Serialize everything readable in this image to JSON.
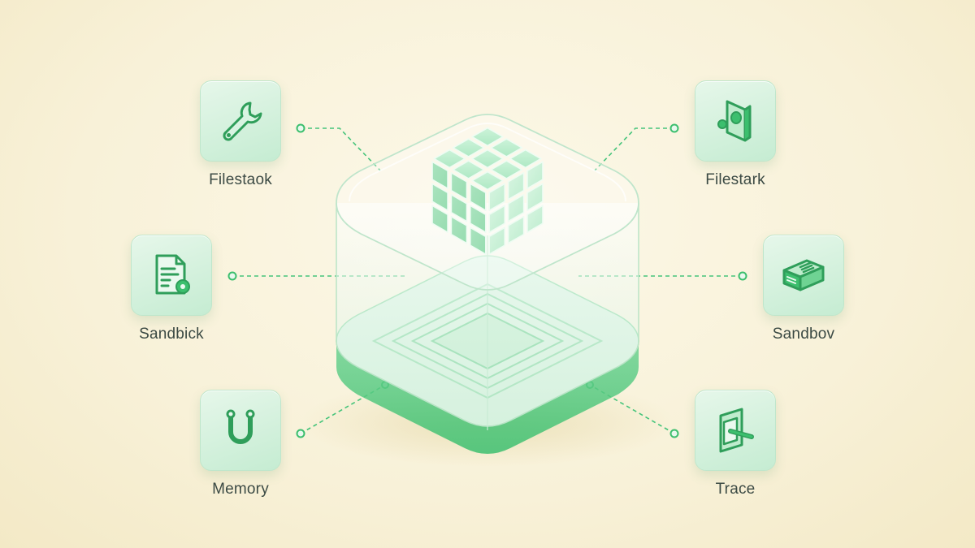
{
  "nodes": [
    {
      "id": "top-left",
      "label": "Filestaok",
      "icon": "wrench-icon"
    },
    {
      "id": "mid-left",
      "label": "Sandbick",
      "icon": "document-gear-icon"
    },
    {
      "id": "bottom-left",
      "label": "Memory",
      "icon": "magnet-icon"
    },
    {
      "id": "top-right",
      "label": "Filestark",
      "icon": "storage-device-icon"
    },
    {
      "id": "mid-right",
      "label": "Sandbov",
      "icon": "server-box-icon"
    },
    {
      "id": "bottom-right",
      "label": "Trace",
      "icon": "plug-panel-icon"
    }
  ],
  "colors": {
    "accent": "#3cbf6e",
    "accent_dark": "#2f9e5a",
    "tile_light": "#e6f7ea",
    "tile_mid": "#c5ecd2",
    "text": "#3b4a44",
    "background": "#f8f1d8"
  }
}
